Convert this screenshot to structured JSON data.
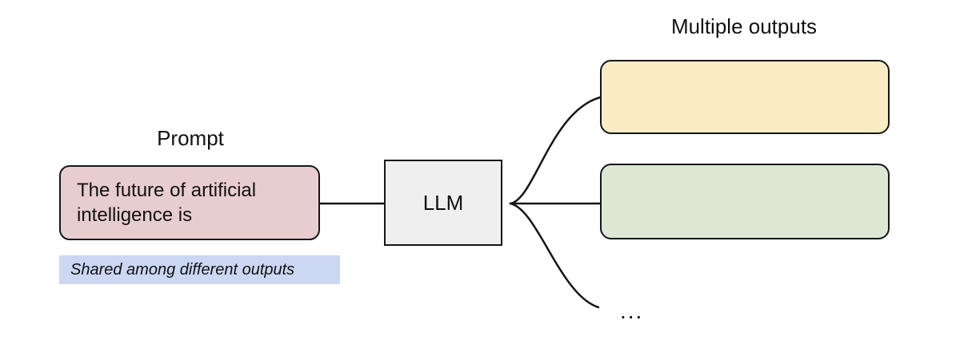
{
  "diagram": {
    "title_prompt": "Prompt",
    "title_outputs": "Multiple outputs",
    "prompt": {
      "text": "The future of artificial\nintelligence is",
      "fill_color": "#e8cdd0",
      "border_color": "#161616"
    },
    "shared_note": {
      "text": "Shared among different outputs",
      "fill_color": "#ccd7f3"
    },
    "model": {
      "label": "LLM",
      "fill_color": "#efefef",
      "border_color": "#161616"
    },
    "outputs": [
      {
        "text": "",
        "fill_color": "#faecc4",
        "border_color": "#161616"
      },
      {
        "text": "",
        "fill_color": "#dce8d3",
        "border_color": "#161616"
      }
    ],
    "ellipsis": "...",
    "connector_color": "#161616"
  }
}
